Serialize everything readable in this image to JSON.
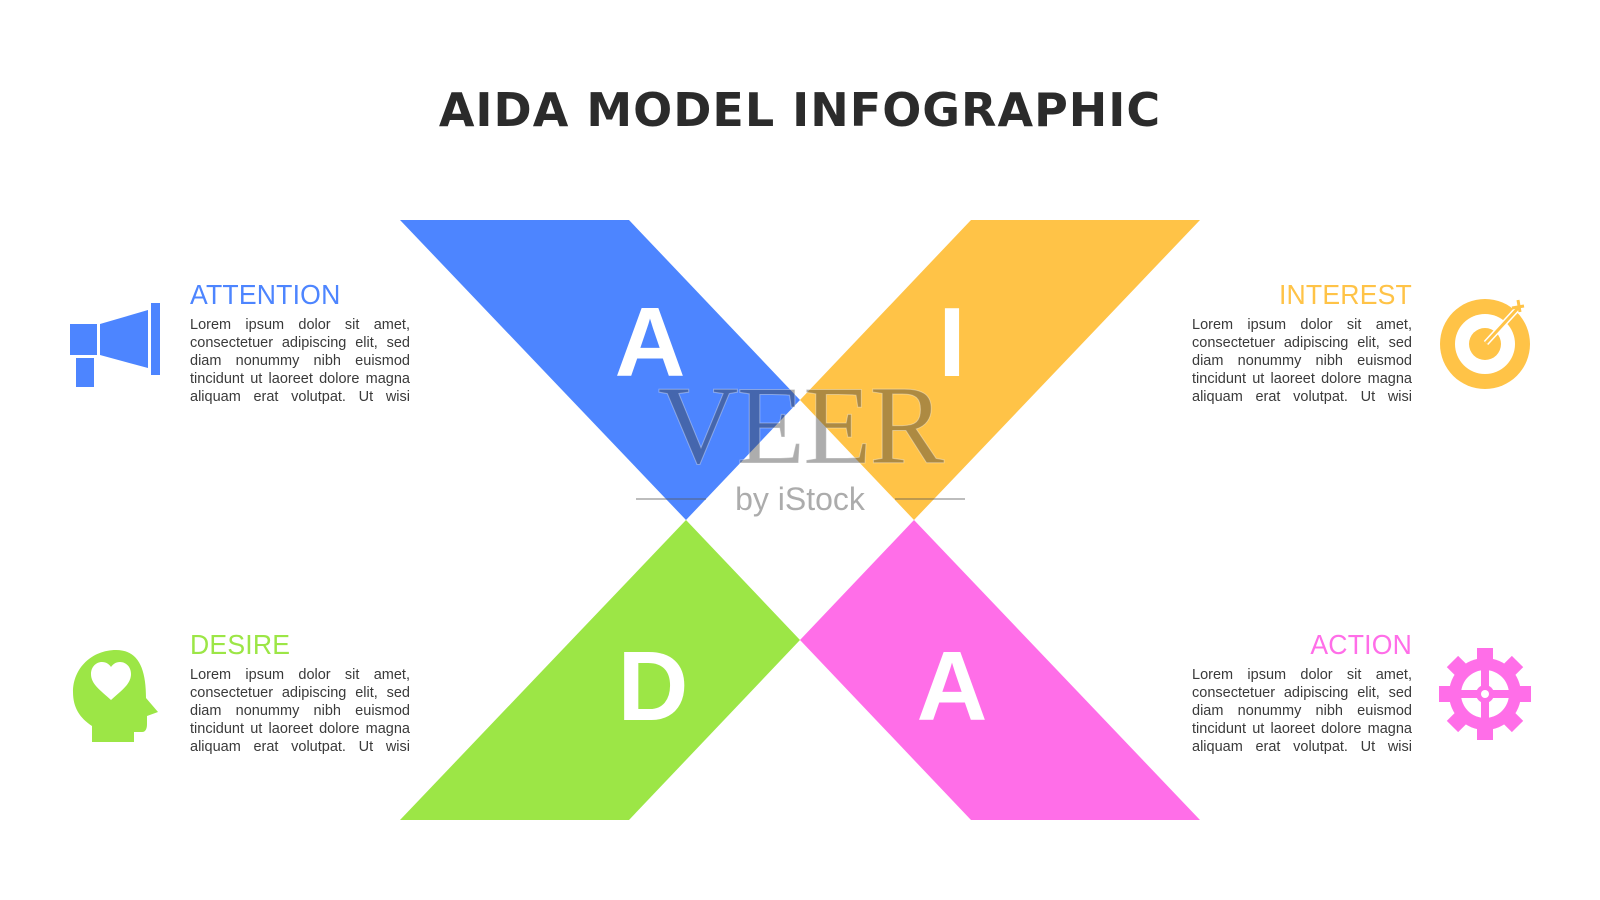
{
  "title": "AIDA MODEL INFOGRAPHIC",
  "colors": {
    "title": "#2b2b2b",
    "body_text": "#3a3a3a",
    "attention": "#4d85ff",
    "interest": "#ffc347",
    "desire": "#9ce646",
    "action": "#ff6ee8"
  },
  "letters": {
    "attention": "A",
    "interest": "I",
    "desire": "D",
    "action": "A"
  },
  "sections": {
    "attention": {
      "heading": "ATTENTION",
      "icon": "megaphone-icon",
      "body": "Lorem ipsum dolor sit amet, consectetuer adipiscing elit, sed diam nonummy nibh euismod tincidunt ut laoreet dolore magna aliquam erat volutpat. Ut wisi"
    },
    "interest": {
      "heading": "INTEREST",
      "icon": "target-icon",
      "body": "Lorem ipsum dolor sit amet, consectetuer adipiscing elit, sed diam nonummy nibh euismod tincidunt ut laoreet dolore magna aliquam erat volutpat. Ut wisi"
    },
    "desire": {
      "heading": "DESIRE",
      "icon": "head-heart-icon",
      "body": "Lorem ipsum dolor sit amet, consectetuer adipiscing elit, sed diam nonummy nibh euismod tincidunt ut laoreet dolore magna aliquam erat volutpat. Ut wisi"
    },
    "action": {
      "heading": "ACTION",
      "icon": "gear-icon",
      "body": "Lorem ipsum dolor sit amet, consectetuer adipiscing elit, sed diam nonummy nibh euismod tincidunt ut laoreet dolore magna aliquam erat volutpat. Ut wisi"
    }
  },
  "watermark": {
    "main": "VEER",
    "sub": "by iStock"
  }
}
